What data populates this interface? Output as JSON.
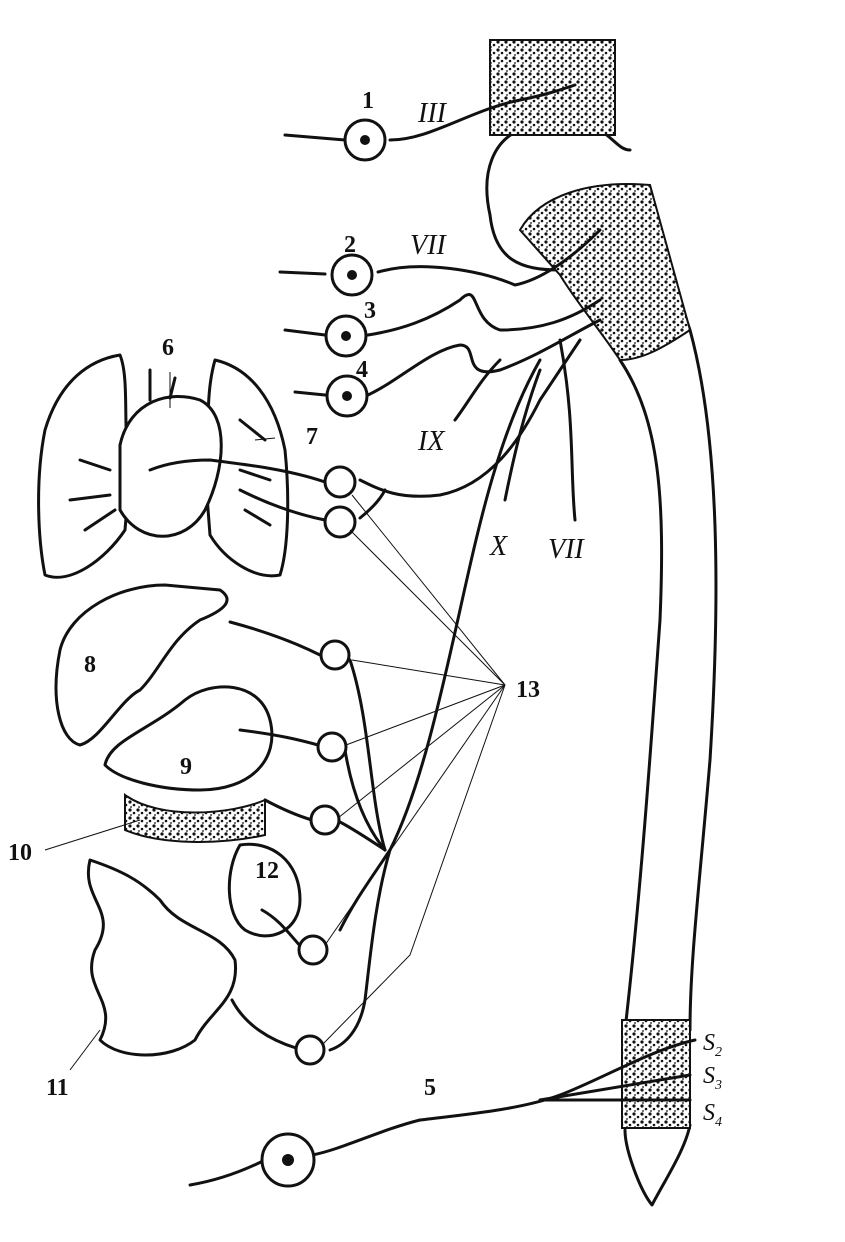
{
  "labels": {
    "n1": "1",
    "n2": "2",
    "n3": "3",
    "n4": "4",
    "n5": "5",
    "n6": "6",
    "n7": "7",
    "n8": "8",
    "n9": "9",
    "n10": "10",
    "n11": "11",
    "n12": "12",
    "n13": "13"
  },
  "nerves": {
    "III": "III",
    "VII_top": "VII",
    "IX": "IX",
    "X": "X",
    "VII_low": "VII"
  },
  "segments": {
    "s2": {
      "letter": "S",
      "sub": "2"
    },
    "s3": {
      "letter": "S",
      "sub": "3"
    },
    "s4": {
      "letter": "S",
      "sub": "4"
    }
  }
}
